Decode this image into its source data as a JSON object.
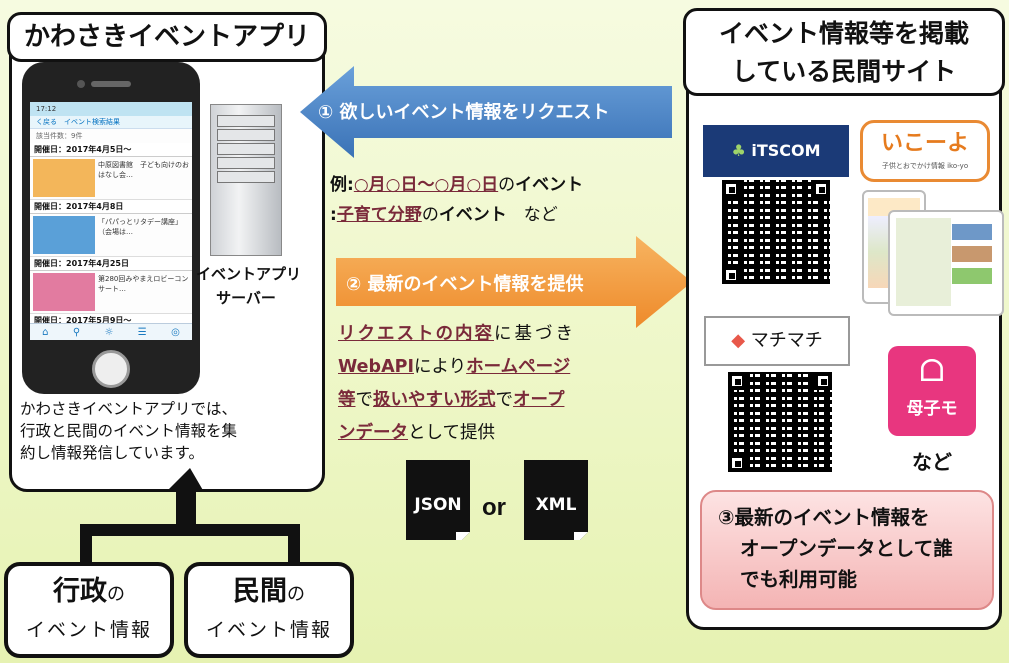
{
  "left_panel": {
    "title": "かわさきイベントアプリ",
    "description": [
      "かわさきイベントアプリでは、",
      "行政と民間のイベント情報を集",
      "約し情報発信しています。"
    ]
  },
  "phone_screen": {
    "status": "17:12",
    "bar": "く戻る　イベント検索結果",
    "sub": "該当件数：9件",
    "events": [
      {
        "date": "開催日：2017年4月5日～",
        "text": "中原図書館　子ども向けのおはなし会…",
        "color": "#f3b65a"
      },
      {
        "date": "開催日：2017年4月8日",
        "text": "「パパっとリタデー講座」（会場は…",
        "color": "#5aa0d8"
      },
      {
        "date": "開催日：2017年4月25日",
        "text": "第280回みやまえロビーコンサート…",
        "color": "#e27ba0"
      },
      {
        "date": "開催日：2017年5月9日～",
        "text": "",
        "color": "#fff"
      }
    ]
  },
  "server_label": [
    "イベントアプリ",
    "サーバー"
  ],
  "arrow1": "① 欲しいイベント情報をリクエスト",
  "example": {
    "line1_prefix": "例:",
    "line1_u1": "○月○日～○月○日",
    "line1_mid": "の",
    "line1_end": "イベント",
    "line2_prefix": ":",
    "line2_u": "子育て分野",
    "line2_mid": "の",
    "line2_end": "イベント",
    "line2_tail": "　など"
  },
  "arrow2": "② 最新のイベント情報を提供",
  "provide": {
    "l1a": "リクエストの内容",
    "l1b": "に基づき",
    "l2a": "WebAPI",
    "l2b": "により",
    "l2c": "ホームページ",
    "l3a": "等",
    "l3b": "で",
    "l3c": "扱いやすい形式",
    "l3d": "で",
    "l3e": "オープ",
    "l4a": "ンデータ",
    "l4b": "として提供"
  },
  "formats": {
    "json": "JSON",
    "or": "or",
    "xml": "XML"
  },
  "right_panel": {
    "title": [
      "イベント情報等を掲載",
      "している民間サイト"
    ],
    "itscom": "iTSCOM",
    "ikoyo": "いこーよ",
    "ikoyo_sub": "子供とおでかけ情報 iko-yo",
    "machimachi": "マチマチ",
    "boshimo": "母子モ",
    "nado": "など",
    "bottom": [
      "③最新のイベント情報を",
      "オープンデータとして誰",
      "でも利用可能"
    ]
  },
  "sources": {
    "gyosei_a": "行政",
    "gyosei_b": "の",
    "gyosei_c": "イベント情報",
    "minkan_a": "民間",
    "minkan_b": "の",
    "minkan_c": "イベント情報"
  },
  "colors": {
    "arrow_blue": "#4a86c8",
    "arrow_orange": "#f39a3d",
    "underline": "#7a2a3a",
    "pink_box": "#f7c4c4"
  }
}
